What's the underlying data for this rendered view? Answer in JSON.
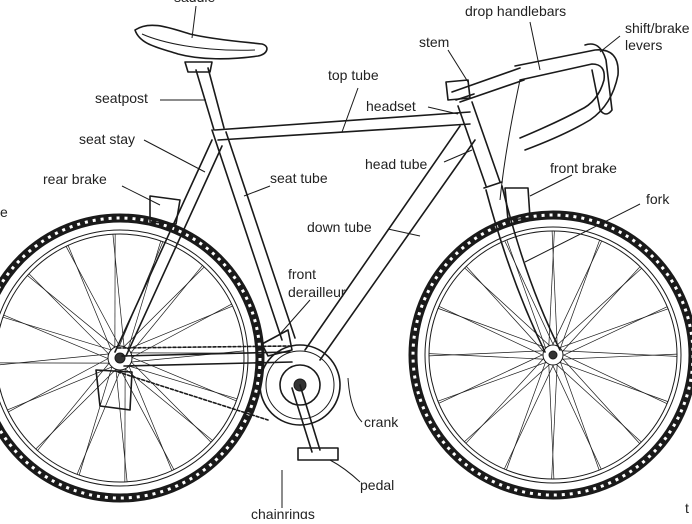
{
  "labels": {
    "saddle": "saddle",
    "drop_handlebars": "drop handlebars",
    "shift_brake_line1": "shift/brake",
    "shift_brake_line2": "levers",
    "stem": "stem",
    "top_tube": "top tube",
    "seatpost": "seatpost",
    "headset": "headset",
    "seat_stay": "seat stay",
    "head_tube": "head tube",
    "front_brake": "front brake",
    "rear_brake": "rear brake",
    "seat_tube": "seat tube",
    "fork": "fork",
    "partial_left": "e",
    "down_tube": "down tube",
    "front_derailleur_line1": "front",
    "front_derailleur_line2": "derailleur",
    "crank": "crank",
    "pedal": "pedal",
    "chainrings": "chainrings",
    "partial_right": "t"
  }
}
